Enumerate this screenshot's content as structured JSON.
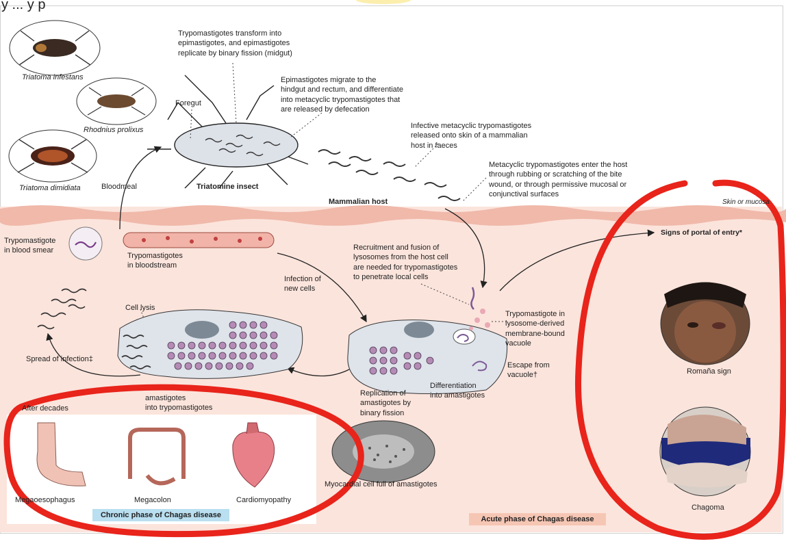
{
  "top_fragment": "y      ... y  p",
  "insects": {
    "infestans": "Triatoma infestans",
    "prolixus": "Rhodnius prolixus",
    "dimidiata": "Triatoma dimidiata"
  },
  "labels": {
    "bloodmeal": "Bloodmeal",
    "foregut": "Foregut",
    "triatomine": "Triatomine insect",
    "transform": "Trypomastigotes transform into\nepimastigotes, and epimastigotes\nreplicate by binary fission (midgut)",
    "migrate": "Epimastigotes migrate to the\nhindgut and rectum, and differentiate\ninto metacyclic trypomastigotes that\nare released by defecation",
    "infective": "Infective metacyclic trypomastigotes\nreleased onto skin of a mammalian\nhost in faeces",
    "enter": "Metacyclic trypomastigotes enter the host\nthrough rubbing or scratching of the bite\nwound, or through permissive mucosal or\nconjunctival surfaces",
    "mammalian": "Mammalian host",
    "skin": "Skin or mucosa",
    "blood_smear": "Trypomastigote\nin blood smear",
    "bloodstream": "Trypomastigotes\nin bloodstream",
    "recruitment": "Recruitment and fusion of\nlysosomes from the host cell\nare needed for trypomastigotes\nto penetrate local cells",
    "infection_new": "Infection of\nnew cells",
    "cell_lysis": "Cell lysis",
    "vacuole": "Trypomastigote in\nlysosome-derived\nmembrane-bound\nvacuole",
    "escape": "Escape from\nvacuole†",
    "differentiation": "Differentiation\ninto amastigotes",
    "replication": "Replication of\namastigotes by\nbinary fission",
    "spread": "Spread of infection‡",
    "after": "After decades",
    "amastigotes_into": "amastigotes\ninto trypomastigotes",
    "portal": "Signs of portal of entry*",
    "romana": "Romaña sign",
    "chagoma": "Chagoma",
    "myocardial": "Myocardial cell full of amastigotes",
    "megaoesophagus": "Megaoesophagus",
    "megacolon": "Megacolon",
    "cardiomyopathy": "Cardiomyopathy",
    "chronic": "Chronic phase of Chagas disease",
    "acute": "Acute phase of Chagas disease"
  },
  "colors": {
    "pink_bg": "#fbe4dc",
    "membrane": "#e8a89a",
    "cell_fill": "#dfe3ea",
    "amastigote": "#b58bb5",
    "annotation": "#e8241b",
    "chronic_box": "#b9dff0",
    "acute_box": "#f6c6b4"
  }
}
